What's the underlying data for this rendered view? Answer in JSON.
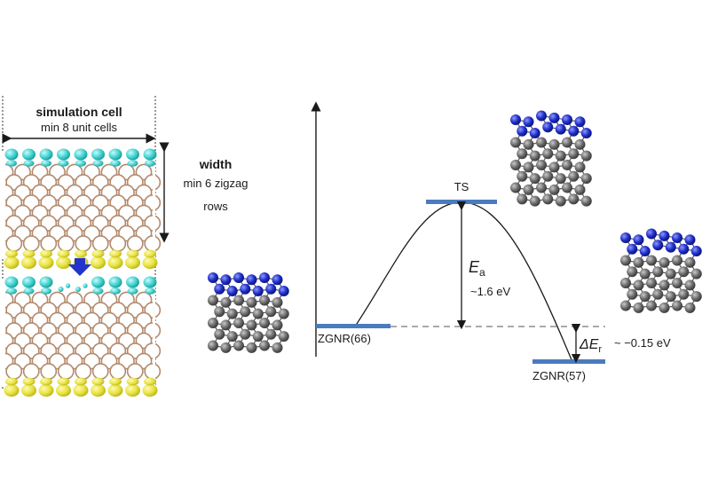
{
  "simulation_cell": {
    "title": "simulation cell",
    "subtitle": "min 8 unit cells"
  },
  "width_annotation": {
    "title": "width",
    "line1": "min 6 zigzag",
    "line2": "rows"
  },
  "energy_diagram": {
    "left_state": "ZGNR(66)",
    "transition_state": "TS",
    "right_state": "ZGNR(57)",
    "activation_symbol": "E",
    "activation_subscript": "a",
    "activation_value": "~1.6 eV",
    "reaction_symbol": "ΔE",
    "reaction_subscript": "r",
    "reaction_value": "~ −0.15 eV"
  },
  "colors": {
    "level_bar": "#4a7bbf",
    "nitrogen": "#1f2fc8",
    "carbon": "#6b6b6b",
    "hydrogen_cyan": "#3fd1cf",
    "substrate_yellow": "#e7e23a",
    "arrow": "#2233cc",
    "slab_bond": "#b38a6d"
  }
}
